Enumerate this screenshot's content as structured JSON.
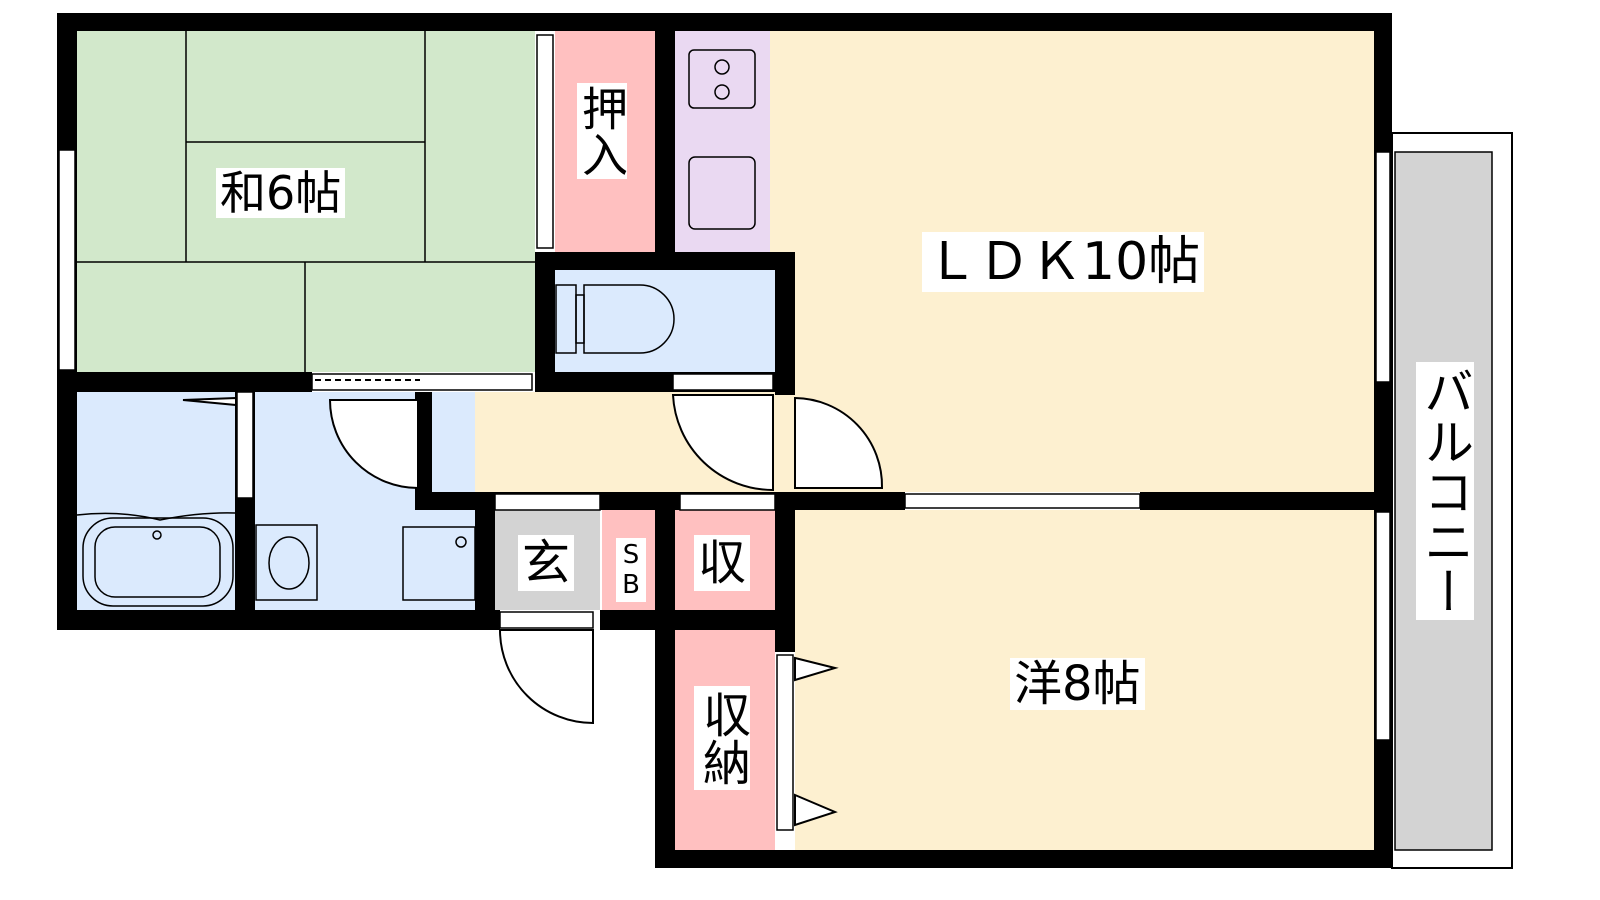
{
  "rooms": {
    "washitsu": "和6帖",
    "oshiire": "押入",
    "ldk": "ＬＤＫ10帖",
    "yoshitsu": "洋8帖",
    "balcony": "バルコニー",
    "genkan": "玄",
    "shoebox": "SB",
    "storage_small": "収",
    "storage": "収納"
  },
  "colors": {
    "tatami": "#d2e8cb",
    "wet": "#dbeafd",
    "floor": "#fdf0d0",
    "storage": "#ffc0c0",
    "kitchen": "#ead9f2",
    "genkan": "#d3d3d3",
    "balcony": "#d3d3d3",
    "wall": "#000000"
  }
}
